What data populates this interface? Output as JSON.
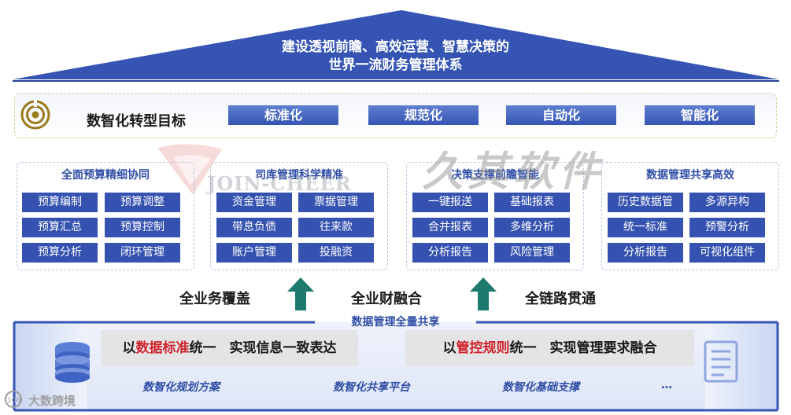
{
  "roof": {
    "title_line1": "建设透视前瞻、高效运营、智慧决策的",
    "title_line2": "世界一流财务管理体系",
    "color": "#3554b3"
  },
  "goal": {
    "icon": "target-icon",
    "title": "数智化转型目标",
    "tags": [
      "标准化",
      "规范化",
      "自动化",
      "智能化"
    ]
  },
  "panels": [
    {
      "title": "全面预算精细协同",
      "items": [
        "预算编制",
        "预算调整",
        "预算汇总",
        "预算控制",
        "预算分析",
        "闭环管理"
      ]
    },
    {
      "title": "司库管理科学精准",
      "items": [
        "资金管理",
        "票据管理",
        "带息负债",
        "往来款",
        "账户管理",
        "投融资"
      ]
    },
    {
      "title": "决策支撑前瞻智能",
      "items": [
        "一键报送",
        "基础报表",
        "合并报表",
        "多维分析",
        "分析报告",
        "风险管理"
      ]
    },
    {
      "title": "数据管理共享高效",
      "items": [
        "历史数据管",
        "多源异构",
        "统一标准",
        "预警分析",
        "分析报告",
        "可视化组件"
      ]
    }
  ],
  "coverage": [
    "全业务覆盖",
    "全业财融合",
    "全链路贯通"
  ],
  "base": {
    "label": "数据管理全量共享",
    "principle1": {
      "pre": "以",
      "hl": "数据标准",
      "post": "统一　实现信息一致表达"
    },
    "principle2": {
      "pre": "以",
      "hl": "管控规则",
      "post": "统一　实现管理要求融合"
    },
    "items": [
      "数智化规划方案",
      "数智化共享平台",
      "数智化基础支撑",
      "…"
    ],
    "left_icon": "database-icon",
    "right_icon": "document-icon"
  },
  "watermarks": {
    "company": "JOIN-CHEER",
    "calligraphy": "久其软件",
    "source": "大数跨境"
  },
  "colors": {
    "primary": "#3552b0",
    "highlight": "#d0242d",
    "arrow": "#1f7a6e"
  }
}
